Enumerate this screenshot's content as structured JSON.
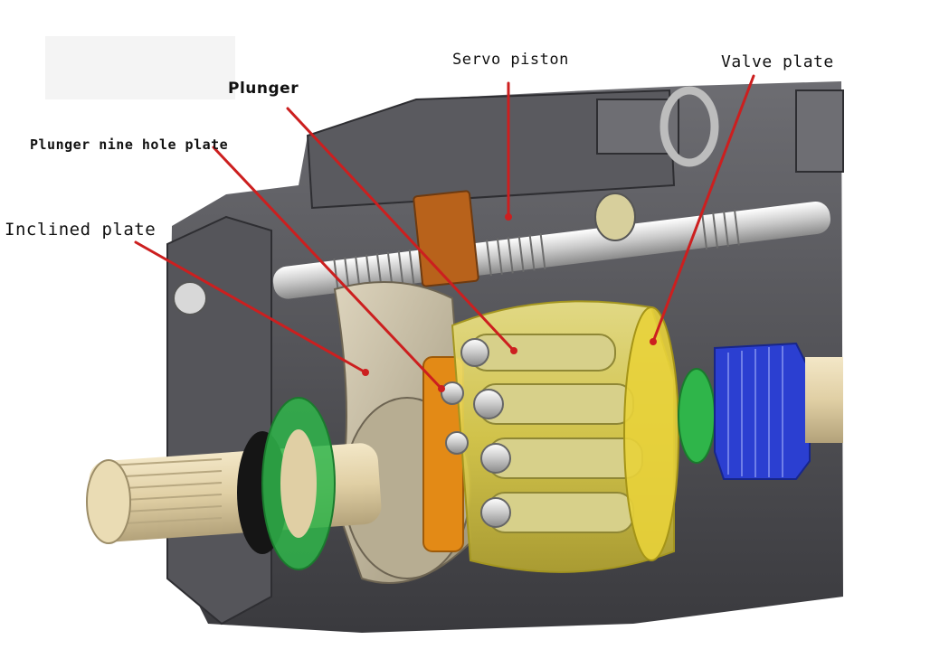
{
  "labels": {
    "servo_piston": "Servo piston",
    "valve_plate": "Valve plate",
    "plunger": "Plunger",
    "plunger_nine_hole_plate": "Plunger nine hole plate",
    "inclined_plate": "Inclined plate"
  },
  "colors": {
    "leader_line": "#cc1f1f",
    "housing": "#4a4a4e",
    "cylinder_block": "#e2d14a",
    "inclined_plate": "#c9bfa6",
    "bearing_green": "#2fb54a",
    "spline_blue": "#2b3fd1",
    "servo_orange": "#b8621b"
  }
}
